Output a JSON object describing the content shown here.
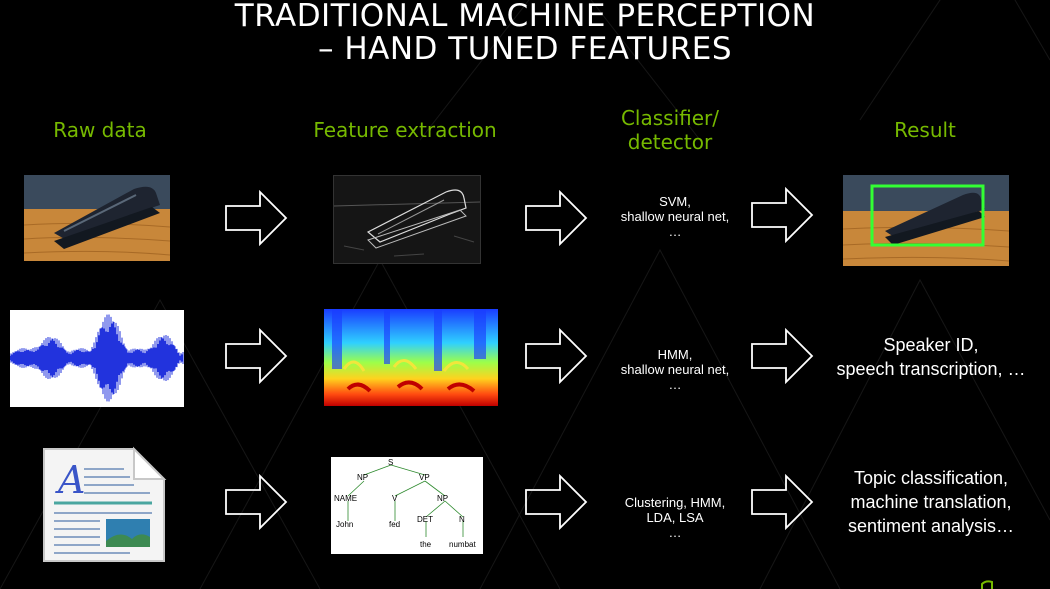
{
  "title": {
    "line1": "TRADITIONAL MACHINE PERCEPTION",
    "line2": "– HAND TUNED FEATURES"
  },
  "columns": {
    "raw": "Raw data",
    "feature": "Feature extraction",
    "classifier": "Classifier/\ndetector",
    "result": "Result"
  },
  "rows": [
    {
      "classifier": [
        "SVM,",
        "shallow neural net,",
        "…"
      ],
      "result": []
    },
    {
      "classifier": [
        "HMM,",
        "shallow neural net,",
        "…"
      ],
      "result": [
        "Speaker ID,",
        "speech transcription, …"
      ]
    },
    {
      "classifier": [
        "Clustering, HMM,",
        "LDA, LSA",
        "…"
      ],
      "result": [
        "Topic classification,",
        "machine translation,",
        "sentiment analysis…"
      ]
    }
  ],
  "parse_tree": {
    "S": "S",
    "NP1": "NP",
    "VP": "VP",
    "NAME": "NAME",
    "V": "V",
    "NP2": "NP",
    "DET": "DET",
    "N": "N",
    "john": "John",
    "fed": "fed",
    "the": "the",
    "numbat": "numbat"
  },
  "document": {
    "letter": "A"
  },
  "colors": {
    "accent": "#76b900",
    "background": "#000000",
    "detection_box": "#33ff33"
  }
}
